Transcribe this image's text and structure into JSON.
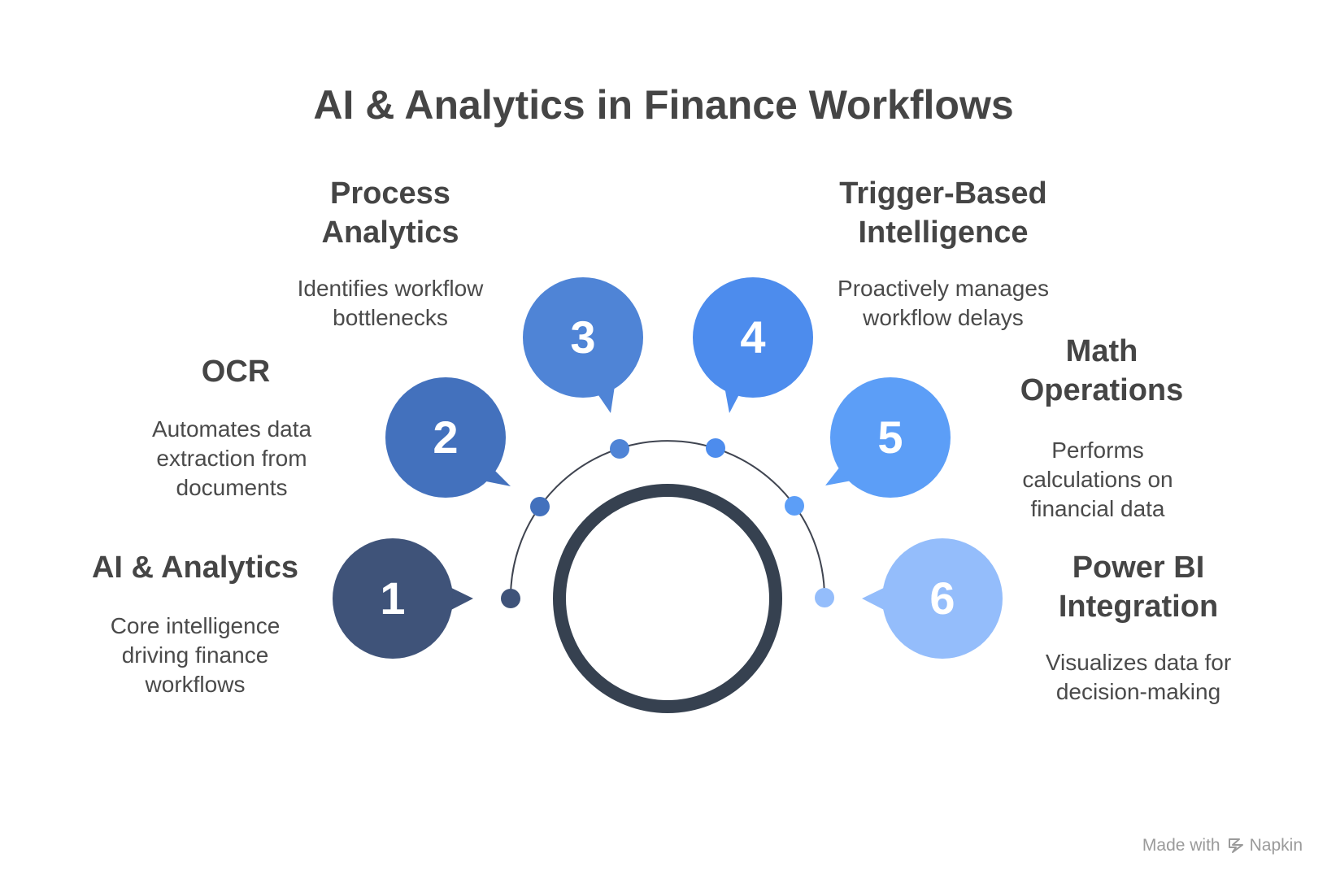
{
  "title": "AI & Analytics in Finance Workflows",
  "colors": {
    "step1": "#3f5379",
    "step2": "#4371bd",
    "step3": "#4f84d6",
    "step4": "#4d8ced",
    "step5": "#5c9ef7",
    "step6": "#94bdfb",
    "center_ring": "#364150",
    "arc": "#3f4450"
  },
  "steps": [
    {
      "number": "1",
      "title": "AI & Analytics",
      "description": "Core intelligence\ndriving finance\nworkflows"
    },
    {
      "number": "2",
      "title": "OCR",
      "description": "Automates data\nextraction from\ndocuments"
    },
    {
      "number": "3",
      "title": "Process\nAnalytics",
      "description": "Identifies workflow\nbottlenecks"
    },
    {
      "number": "4",
      "title": "Trigger-Based\nIntelligence",
      "description": "Proactively manages\nworkflow delays"
    },
    {
      "number": "5",
      "title": "Math\nOperations",
      "description": "Performs\ncalculations on\nfinancial data"
    },
    {
      "number": "6",
      "title": "Power BI\nIntegration",
      "description": "Visualizes data for\ndecision-making"
    }
  ],
  "footer": {
    "made_with": "Made with",
    "brand": "Napkin"
  }
}
